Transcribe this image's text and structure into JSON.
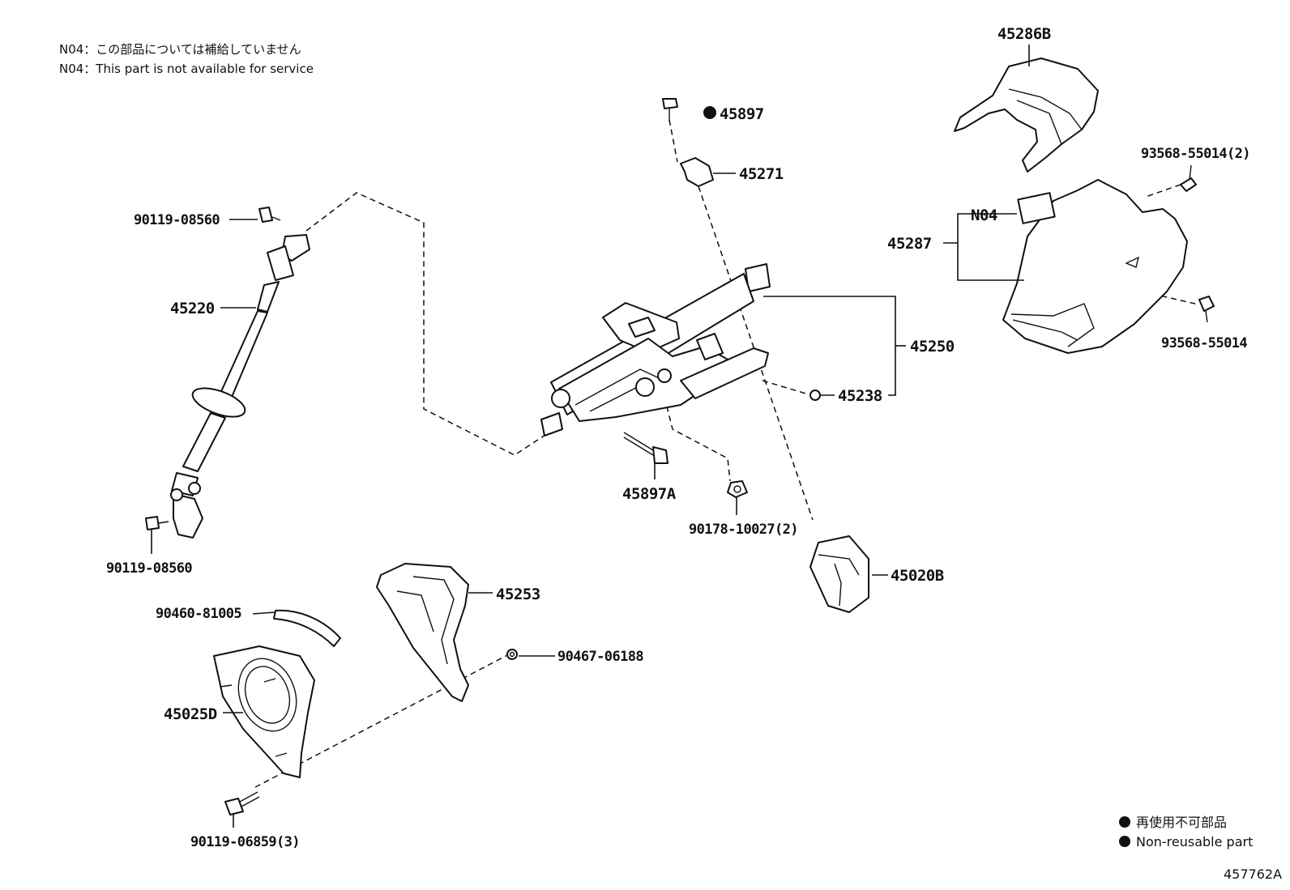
{
  "notes": {
    "line_jp": "N04：この部品については補給していません",
    "line_en": "N04：This part is not available for service"
  },
  "labels": {
    "p45286b": "45286B",
    "p45897": "45897",
    "p45271": "45271",
    "p93568_55014_2": "93568-55014(2)",
    "n04": "N04",
    "p45287": "45287",
    "p93568_55014": "93568-55014",
    "p90119_08560_top": "90119-08560",
    "p45220": "45220",
    "p45250": "45250",
    "p45238": "45238",
    "p45897a": "45897A",
    "p90178_10027_2": "90178-10027(2)",
    "p45020b": "45020B",
    "p90119_08560_bottom": "90119-08560",
    "p45253": "45253",
    "p90460_81005": "90460-81005",
    "p90467_06188": "90467-06188",
    "p45025d": "45025D",
    "p90119_06859_3": "90119-06859(3)"
  },
  "legend": {
    "jp": "再使用不可部品",
    "en": "Non-reusable part"
  },
  "figure_id": "457762A"
}
